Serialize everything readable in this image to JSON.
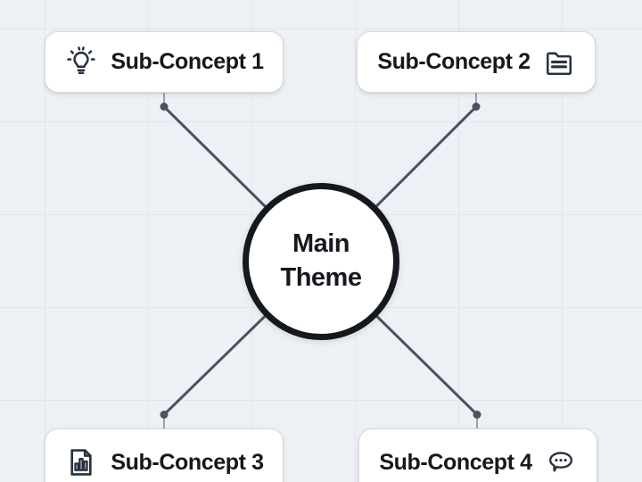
{
  "canvas": {
    "background_color": "#edf0f4",
    "grid_line_color": "#e2e6ec"
  },
  "center_node": {
    "label_line1": "Main",
    "label_line2": "Theme",
    "shape": "circle",
    "border_color": "#15181d",
    "fill_color": "#ffffff"
  },
  "nodes": [
    {
      "label": "Sub-Concept 1",
      "icon": "lightbulb-icon",
      "icon_side": "left"
    },
    {
      "label": "Sub-Concept 2",
      "icon": "folder-lines-icon",
      "icon_side": "right"
    },
    {
      "label": "Sub-Concept 3",
      "icon": "chart-document-icon",
      "icon_side": "left"
    },
    {
      "label": "Sub-Concept 4",
      "icon": "chat-dots-icon",
      "icon_side": "right"
    }
  ],
  "connectors": {
    "line_color": "#4a5262",
    "endpoint_dot_color": "#4a5262",
    "stub_color": "#9aa2ae",
    "count": 4
  }
}
